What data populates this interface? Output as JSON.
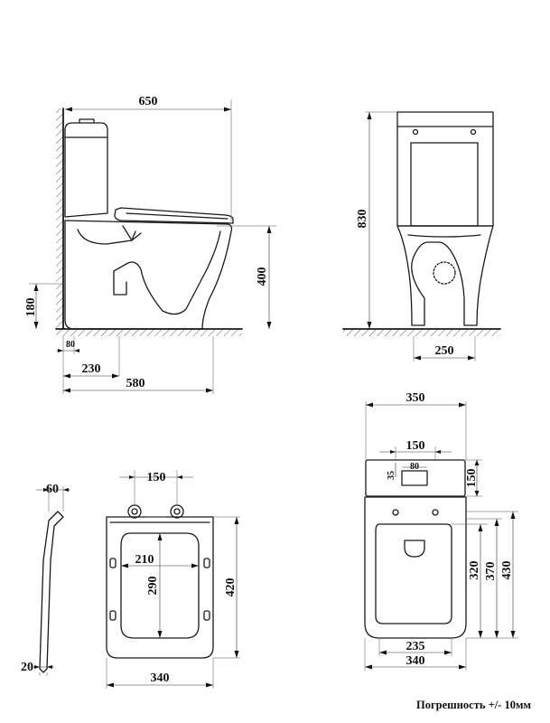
{
  "side_view": {
    "width_total": "650",
    "height_seat": "400",
    "height_outlet": "180",
    "offset_wall_small": "80",
    "offset_wall_outlet": "230",
    "depth_bowl": "580"
  },
  "front_view": {
    "height_total": "830",
    "base_width": "250"
  },
  "seat_profile": {
    "top_thickness": "60",
    "bottom_thickness": "20"
  },
  "seat_top": {
    "hinge_spacing": "150",
    "inner_width": "210",
    "inner_length": "290",
    "outer_length": "420",
    "outer_width": "340"
  },
  "plan_view": {
    "tank_width": "350",
    "tank_hole_spacing": "150",
    "tank_depth": "150",
    "button_width": "80",
    "button_offset": "35",
    "bowl_inner_width": "235",
    "bowl_outer_width": "340",
    "depth_inner": "320",
    "depth_mid": "370",
    "depth_outer": "430"
  },
  "tolerance_note": "Погрешность +/- 10мм"
}
